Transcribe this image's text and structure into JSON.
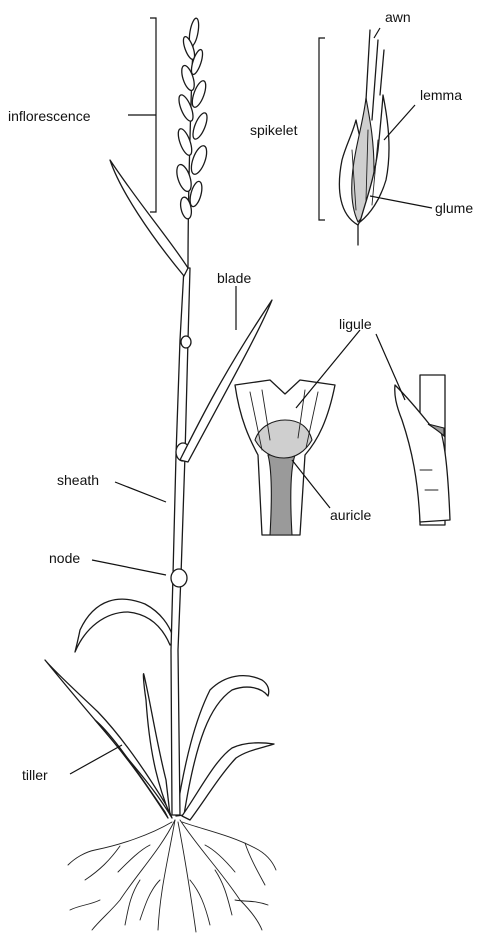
{
  "labels": {
    "inflorescence": "inflorescence",
    "awn": "awn",
    "lemma": "lemma",
    "spikelet": "spikelet",
    "glume": "glume",
    "blade": "blade",
    "ligule": "ligule",
    "sheath": "sheath",
    "auricle": "auricle",
    "node": "node",
    "tiller": "tiller"
  }
}
